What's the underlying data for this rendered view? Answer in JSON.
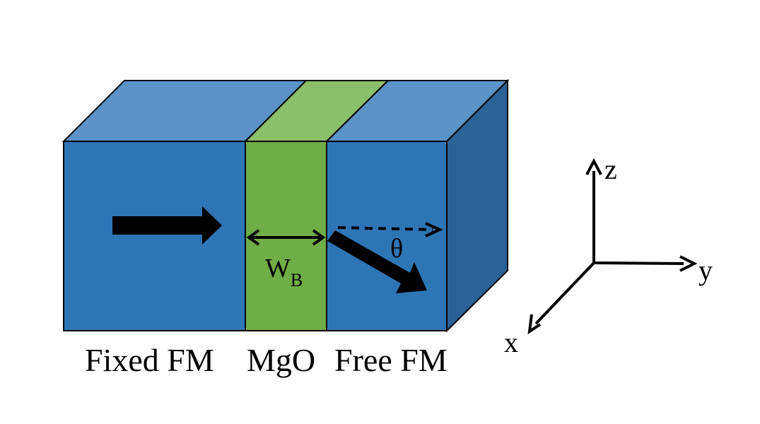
{
  "diagram": {
    "labels": {
      "fixed_layer": "Fixed FM",
      "barrier": "MgO",
      "free_layer": "Free FM"
    },
    "barrier_width": {
      "main": "W",
      "sub": "B"
    },
    "angle_symbol": "θ",
    "axes": {
      "z": "z",
      "y": "y",
      "x": "x"
    },
    "colors": {
      "fm_front": "#2e75b6",
      "fm_top": "#5b93c8",
      "fm_side": "#2a6196",
      "barrier_front": "#70ad47",
      "barrier_top": "#8cbf6a",
      "outline": "#000000"
    }
  }
}
